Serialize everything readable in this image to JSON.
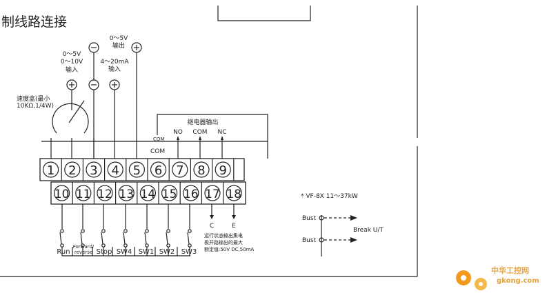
{
  "title": "制线路连接",
  "labels": {
    "out_05v": [
      "0～5V",
      "输出"
    ],
    "in_05v": [
      "0～5V",
      "0～10V",
      "输入"
    ],
    "in_4_20": [
      "4～20mA",
      "输入"
    ],
    "speed_box": [
      "速度盒(最小",
      "10KΩ,1/4W)"
    ],
    "relay_output": "继电器输出",
    "relay_no": "NO",
    "relay_com": "COM",
    "relay_nc": "NC",
    "com_bar": "COM",
    "com_bar_top": "COM",
    "collector_c": "C",
    "collector_e": "E",
    "collector_note": [
      "运行状态输出集电",
      "极开路输出的最大",
      "额定值:50V DC,50mA"
    ],
    "vf_model": "* VF-8X 11～37kW",
    "bust_1": "Bust",
    "bust_2": "Bust",
    "break_ut": "Break U/T",
    "plus": "+",
    "minus": "−"
  },
  "terminals_top": [
    "1",
    "2",
    "3",
    "4",
    "5",
    "6",
    "7",
    "8",
    "9"
  ],
  "terminals_bottom": [
    "10",
    "11",
    "12",
    "13",
    "14",
    "15",
    "16",
    "17",
    "18"
  ],
  "switches": [
    "Run",
    "Forward/reverse",
    "Stop",
    "SW4",
    "SW1",
    "SW2",
    "SW3"
  ],
  "watermark": {
    "name": "中华工控网",
    "url": "gkong.com"
  },
  "colors": {
    "line": "#222222",
    "watermark_orange": "#f39a1e",
    "watermark_text": "#e8a23a"
  }
}
